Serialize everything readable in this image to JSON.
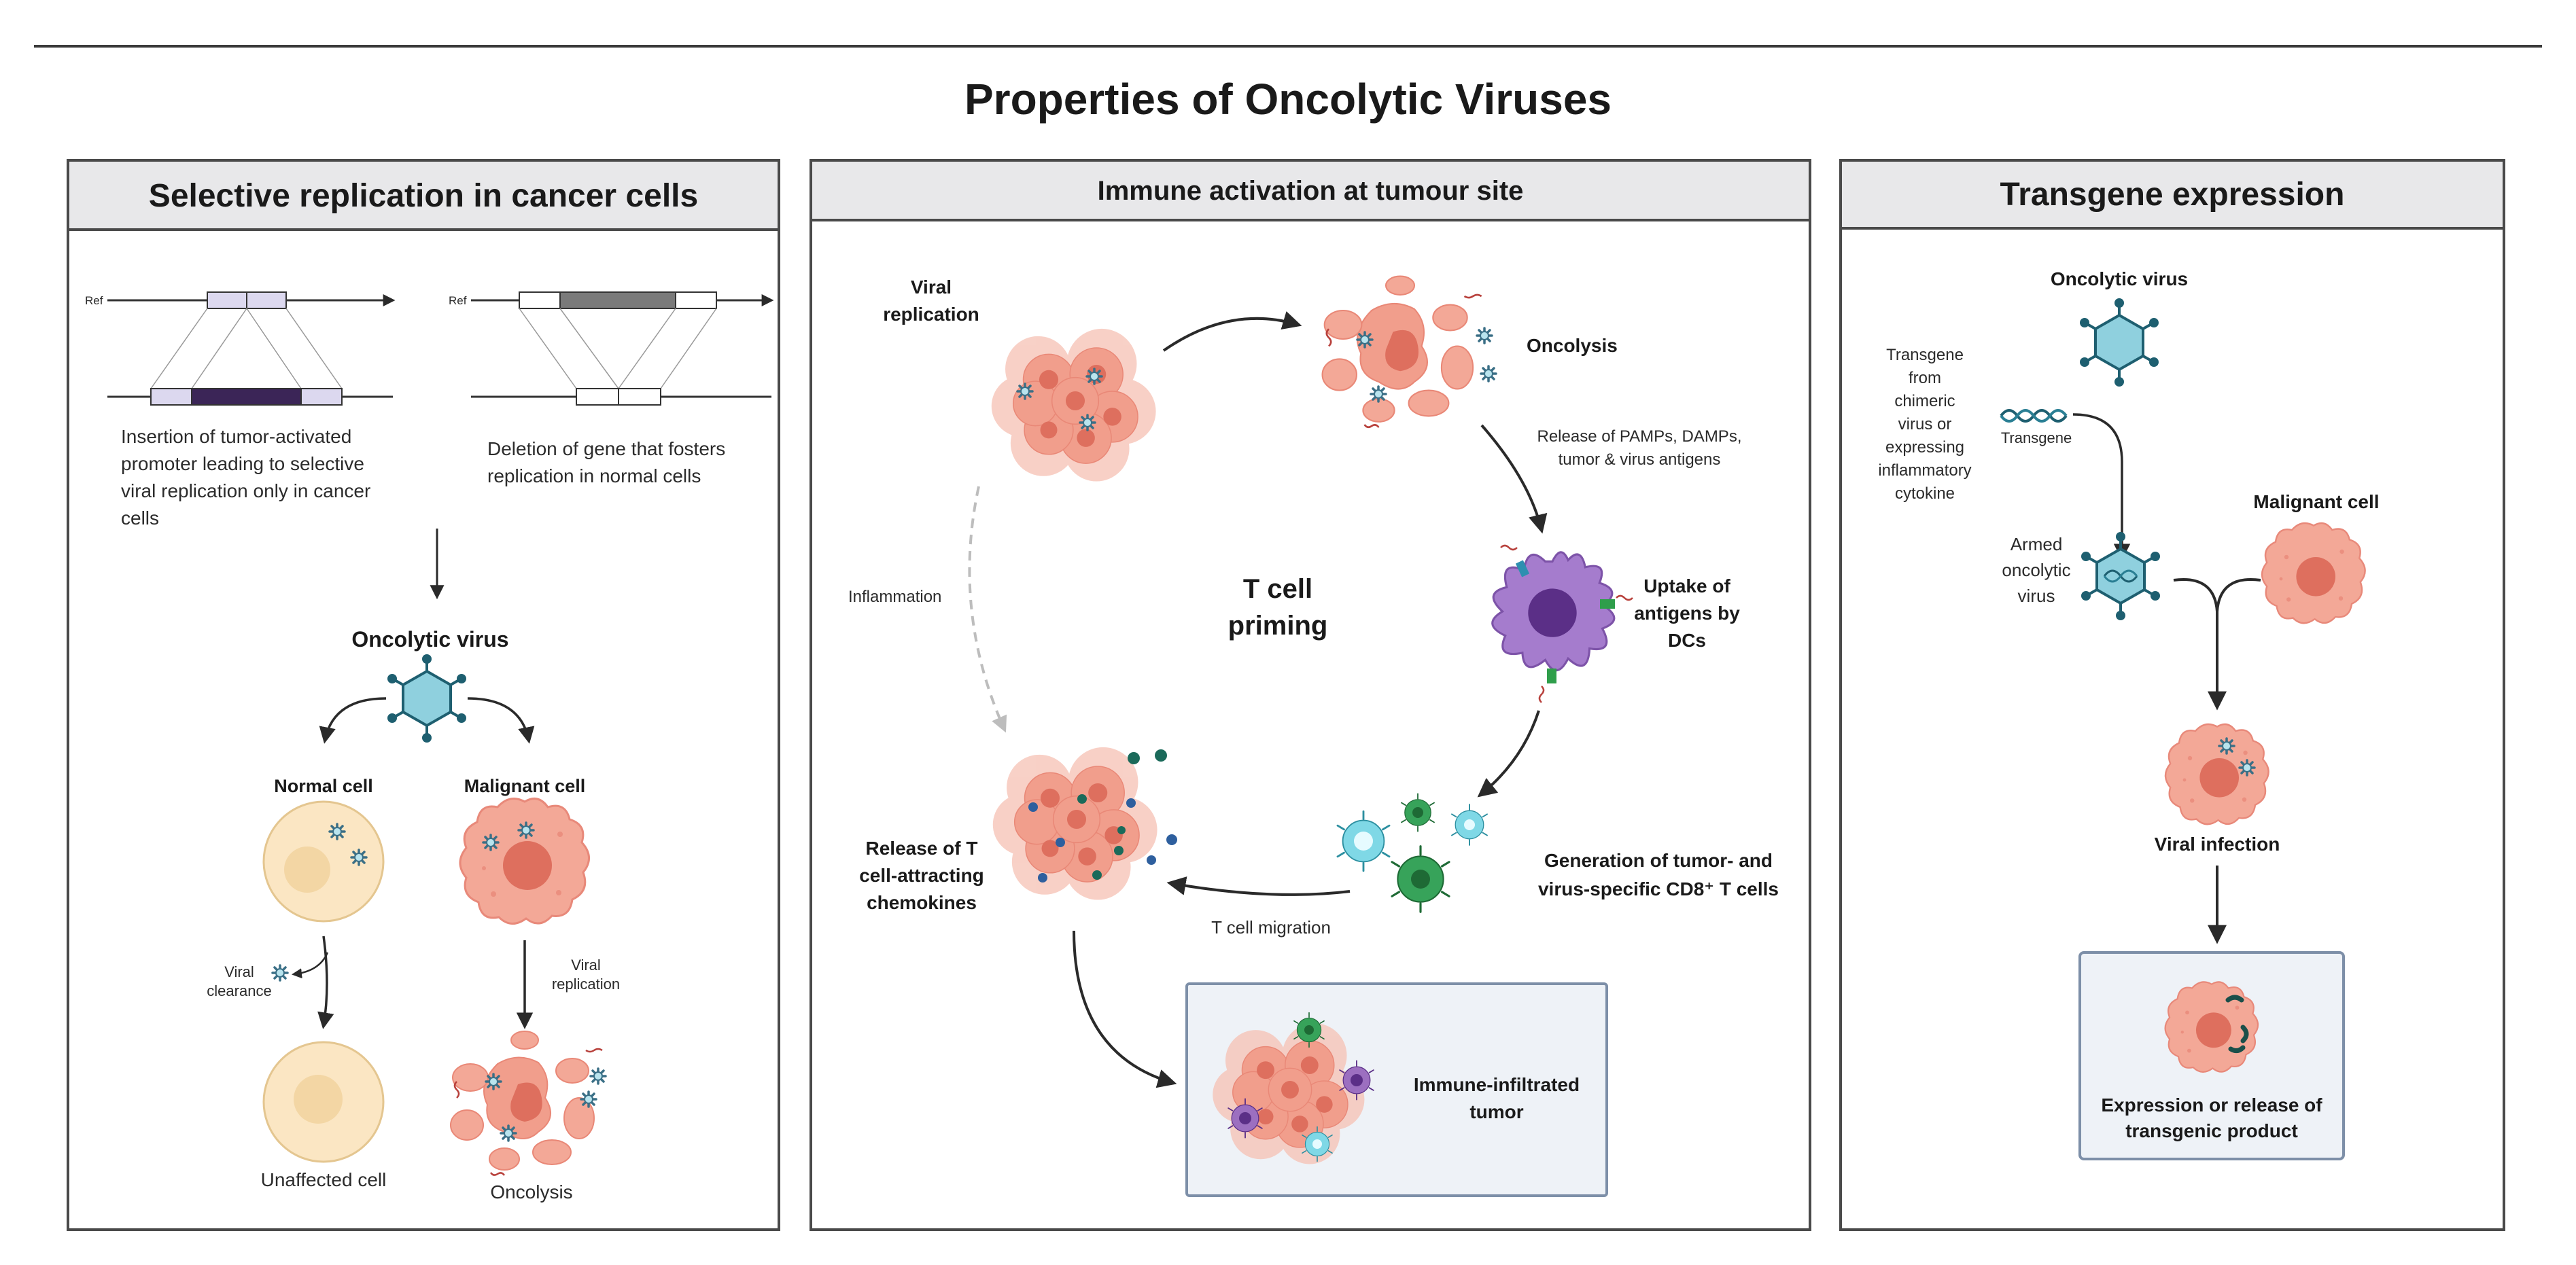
{
  "title": "Properties of Oncolytic Viruses",
  "panels": {
    "selective": {
      "header": "Selective replication in cancer cells",
      "ref_label_left": "Ref",
      "ref_label_right": "Ref",
      "insertion_text": [
        "Insertion of tumor-activated",
        "promoter leading to selective",
        "viral replication only in cancer",
        "cells"
      ],
      "deletion_text": [
        "Deletion of gene that fosters",
        "replication in normal cells"
      ],
      "oncolytic_virus": "Oncolytic virus",
      "normal_cell": "Normal cell",
      "malignant_cell": "Malignant cell",
      "viral_clearance": [
        "Viral",
        "clearance"
      ],
      "viral_replication": [
        "Viral",
        "replication"
      ],
      "unaffected_cell": "Unaffected cell",
      "oncolysis": "Oncolysis"
    },
    "immune": {
      "header": "Immune activation at tumour site",
      "viral_replication": [
        "Viral",
        "replication"
      ],
      "oncolysis": "Oncolysis",
      "release_pamps": [
        "Release of PAMPs, DAMPs,",
        "tumor & virus antigens"
      ],
      "t_cell_priming": [
        "T cell",
        "priming"
      ],
      "inflammation": "Inflammation",
      "uptake": [
        "Uptake of",
        "antigens by",
        "DCs"
      ],
      "generation": [
        "Generation of tumor- and",
        "virus-specific CD8⁺ T cells"
      ],
      "t_cell_migration": "T cell migration",
      "release_chemokines": [
        "Release of T",
        "cell-attracting",
        "chemokines"
      ],
      "immune_infiltrated": [
        "Immune-infiltrated",
        "tumor"
      ]
    },
    "transgene": {
      "header": "Transgene expression",
      "oncolytic_virus": "Oncolytic virus",
      "transgene_from": [
        "Transgene",
        "from",
        "chimeric",
        "virus or",
        "expressing",
        "inflammatory",
        "cytokine"
      ],
      "transgene_label": "Transgene",
      "armed_virus": [
        "Armed",
        "oncolytic",
        "virus"
      ],
      "malignant_cell": "Malignant cell",
      "viral_infection": "Viral infection",
      "expression": [
        "Expression or release of",
        "transgenic product"
      ]
    }
  },
  "colors": {
    "header_bg": "#e8e8ea",
    "panel_border": "#555555",
    "virus_fill": "#8fd0de",
    "virus_stroke": "#1e5f70",
    "tumor_fill": "#f0a090",
    "tumor_nucleus": "#de6f5e",
    "normal_cell_fill": "#fbe6c3",
    "dc_fill": "#9c6fc0",
    "tcell_green": "#37a35a",
    "tcell_cyan": "#7fd8e6",
    "box_fill": "#eef2f7",
    "box_stroke": "#7d8fa8"
  }
}
